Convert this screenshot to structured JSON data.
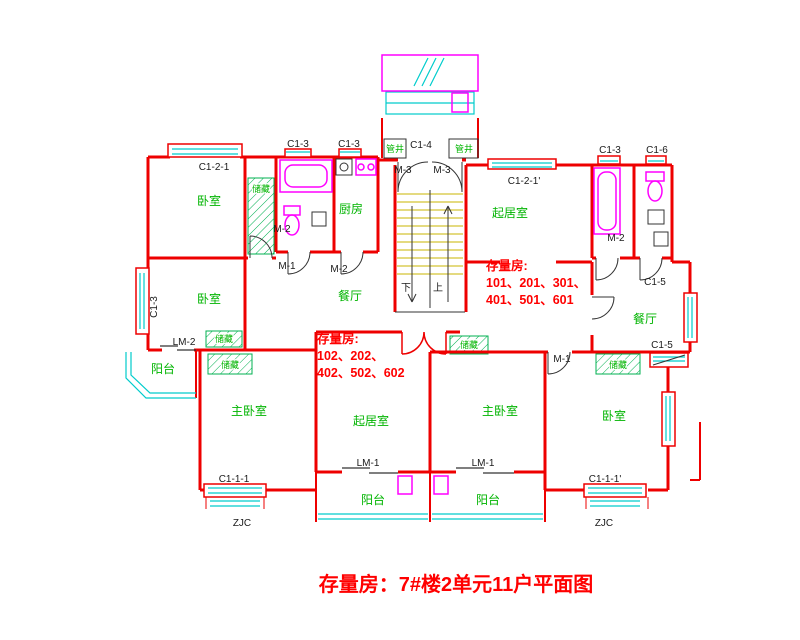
{
  "drawing": {
    "title": "存量房：7#楼2单元11户平面图"
  },
  "rooms": {
    "bedroom": "卧室",
    "master_bedroom": "主卧室",
    "living_room": "起居室",
    "dining_room": "餐厅",
    "kitchen": "厨房",
    "storage": "储藏",
    "balcony": "阳台",
    "pipe_shaft": "管井"
  },
  "codes": {
    "c1_2_1": "C1-2-1",
    "c1_2_1p": "C1-2-1'",
    "c1_3": "C1-3",
    "c1_4": "C1-4",
    "c1_5": "C1-5",
    "c1_6": "C1-6",
    "c1_1_1": "C1-1-1",
    "c1_1_1p": "C1-1-1'",
    "m_1": "M-1",
    "m_2": "M-2",
    "m_3": "M-3",
    "lm_1": "LM-1",
    "lm_2": "LM-2",
    "zjc": "ZJC"
  },
  "stairs": {
    "down": "下",
    "up": "上"
  },
  "notes": {
    "unit_right": {
      "line1": "存量房:",
      "line2": "101、201、301、",
      "line3": "401、501、601"
    },
    "unit_left": {
      "line1": "存量房:",
      "line2": "102、202、",
      "line3": "402、502、602"
    }
  },
  "colors": {
    "wall": "#ee0000",
    "room_text": "#00b400",
    "code_text": "#1a1a1a",
    "note_text": "#ff0000",
    "window": "#00cccc",
    "fixture": "#ff00ff",
    "hatch": "#00b050",
    "stair_tread": "#c8b400"
  }
}
